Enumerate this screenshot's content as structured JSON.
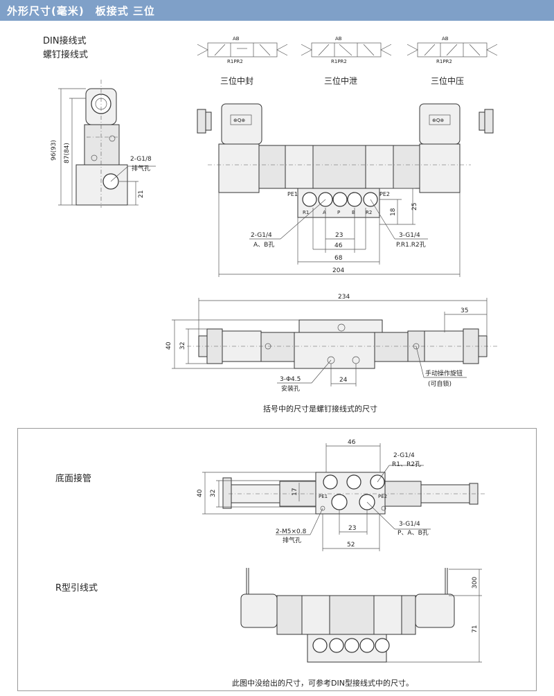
{
  "header": {
    "title": "外形尺寸(毫米)　板接式  三位",
    "color": "#7fa0c8"
  },
  "top_section": {
    "labels": [
      "DIN接线式",
      "螺钉接线式"
    ],
    "symbols": [
      {
        "name": "三位中封",
        "top": "AB",
        "bottom": "R1PR2"
      },
      {
        "name": "三位中泄",
        "top": "AB",
        "bottom": "R1PR2"
      },
      {
        "name": "三位中压",
        "top": "AB",
        "bottom": "R1PR2"
      }
    ],
    "side_view": {
      "dims": [
        "96(93)",
        "87(84)",
        "21"
      ],
      "exhaust": "2-G1/8",
      "exhaust_label": "排气孔"
    },
    "front_view": {
      "pe_left": "PE1",
      "pe_right": "PE2",
      "ports": [
        "R1",
        "A",
        "P",
        "B",
        "R2"
      ],
      "dims": [
        "25",
        "18",
        "23",
        "46",
        "68",
        "204"
      ],
      "callout_left": {
        "spec": "2-G1/4",
        "label": "A、B孔"
      },
      "callout_right": {
        "spec": "3-G1/4",
        "label": "P.R1.R2孔"
      }
    },
    "top_view": {
      "dims": [
        "234",
        "35",
        "40",
        "32",
        "24"
      ],
      "mount": {
        "spec": "3-Φ4.5",
        "label": "安装孔"
      },
      "manual": {
        "label": "手动操作旋钮",
        "note": "(可自锁)"
      }
    },
    "note": "括号中的尺寸是螺钉接线式的尺寸"
  },
  "bottom_section": {
    "bottom_piping": {
      "title": "底面接管",
      "dims": [
        "46",
        "40",
        "32",
        "17",
        "23",
        "52"
      ],
      "pe": [
        "PE1",
        "PE2"
      ],
      "callout_r": {
        "spec": "2-G1/4",
        "label": "R1、R2孔"
      },
      "callout_p": {
        "spec": "3-G1/4",
        "label": "P、A、B孔"
      },
      "callout_m": {
        "spec": "2-M5×0.8",
        "label": "排气孔"
      }
    },
    "r_lead": {
      "title": "R型引线式",
      "dims": [
        "300",
        "71"
      ]
    },
    "note": "此图中没给出的尺寸，可参考DIN型接线式中的尺寸。"
  }
}
